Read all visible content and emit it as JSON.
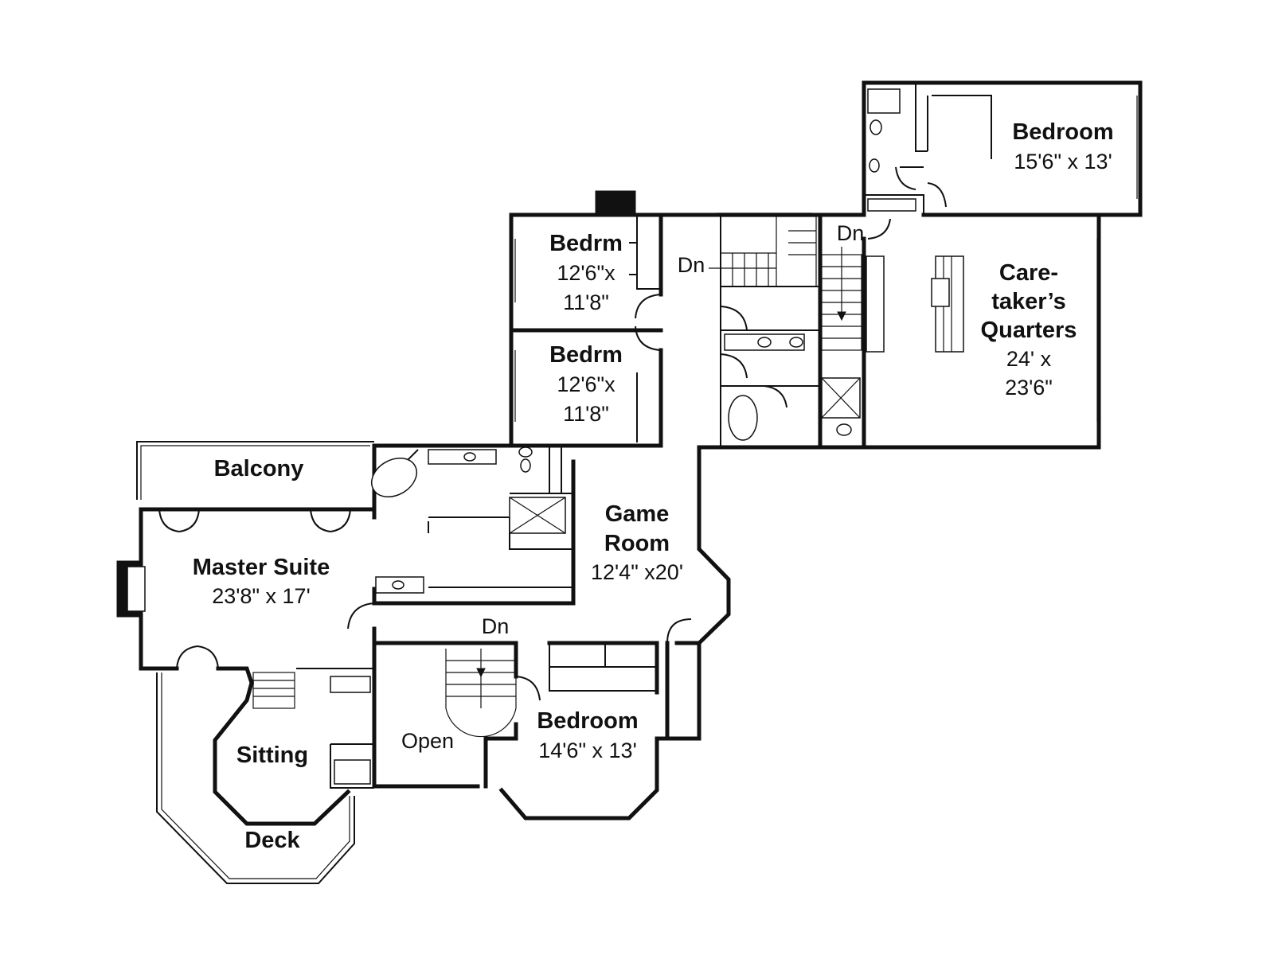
{
  "rooms": {
    "bedroom_top": {
      "name": "Bedroom",
      "size": "15'6\" x 13'"
    },
    "bedrm_1": {
      "name": "Bedrm",
      "size_1": "12'6\"x",
      "size_2": "11'8\""
    },
    "bedrm_2": {
      "name": "Bedrm",
      "size_1": "12'6\"x",
      "size_2": "11'8\""
    },
    "caretaker": {
      "name_1": "Care-",
      "name_2": "taker’s",
      "name_3": "Quarters",
      "size_1": "24' x",
      "size_2": "23'6\""
    },
    "balcony": {
      "name": "Balcony"
    },
    "game_room": {
      "name_1": "Game",
      "name_2": "Room",
      "size": "12'4\" x20'"
    },
    "master_suite": {
      "name": "Master Suite",
      "size": "23'8\" x 17'"
    },
    "sitting": {
      "name": "Sitting"
    },
    "open": {
      "name": "Open"
    },
    "bedroom_bottom": {
      "name": "Bedroom",
      "size": "14'6\" x 13'"
    },
    "deck": {
      "name": "Deck"
    }
  },
  "stairs": {
    "dn_upper_left": "Dn",
    "dn_upper_right": "Dn",
    "dn_lower": "Dn"
  }
}
